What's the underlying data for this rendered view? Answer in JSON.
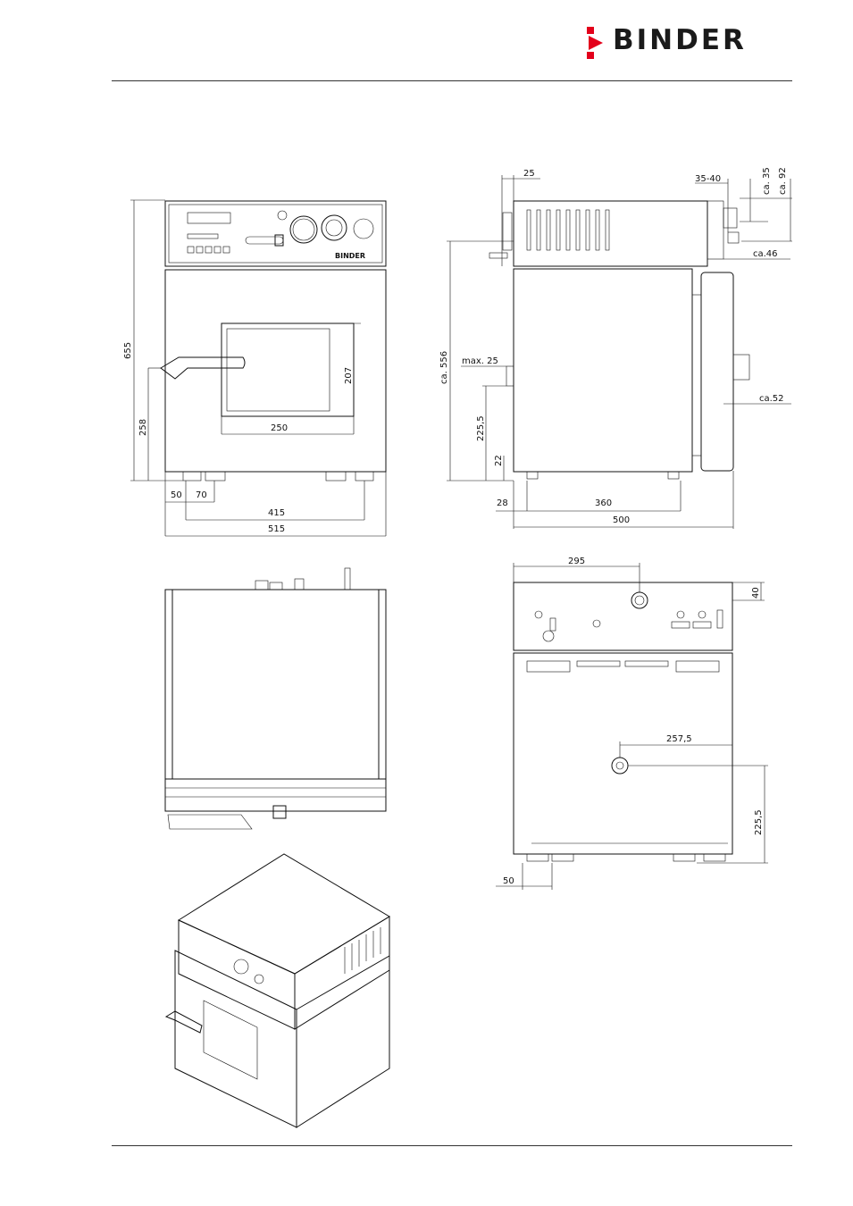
{
  "brand": {
    "name": "BINDER",
    "accent_color": "#e3001b"
  },
  "panel_texts": {
    "panel_brand": "BINDER"
  },
  "dimensions": {
    "front": {
      "height": "655",
      "handle_height": "258",
      "window_height": "207",
      "window_width": "250",
      "foot_offset": "50",
      "foot_spacing": "70",
      "foot_span": "415",
      "width": "515"
    },
    "side": {
      "top_offset": "25",
      "rear_35_40": "35-40",
      "rear_ca35": "ca. 35",
      "rear_ca92": "ca. 92",
      "rear_ca46": "ca.46",
      "height": "ca. 556",
      "max25": "max. 25",
      "valve_height": "225,5",
      "bottom_22": "22",
      "front_28": "28",
      "depth_360": "360",
      "depth_500": "500",
      "rear_ca52": "ca.52"
    },
    "rear": {
      "connector_295": "295",
      "top_40": "40",
      "port_257_5": "257,5",
      "port_225_5": "225,5",
      "foot_50": "50"
    }
  }
}
